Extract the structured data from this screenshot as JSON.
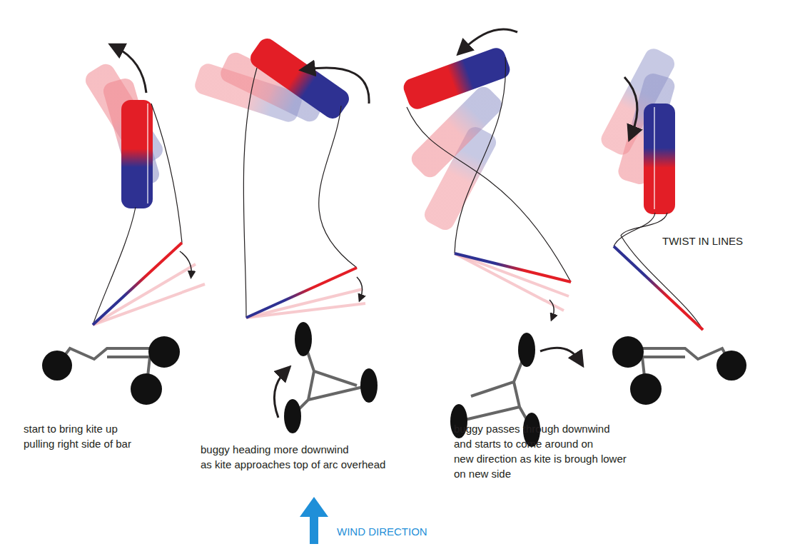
{
  "diagram": {
    "labels": [
      "start to bring kite up pulling right side of bar",
      "buggy heading more downwind as kite approaches top of arc overhead",
      "buggy passes through downwind and starts to come around on new direction as kite is brough lower on new side",
      "TWIST IN LINES",
      "WIND DIRECTION"
    ]
  }
}
